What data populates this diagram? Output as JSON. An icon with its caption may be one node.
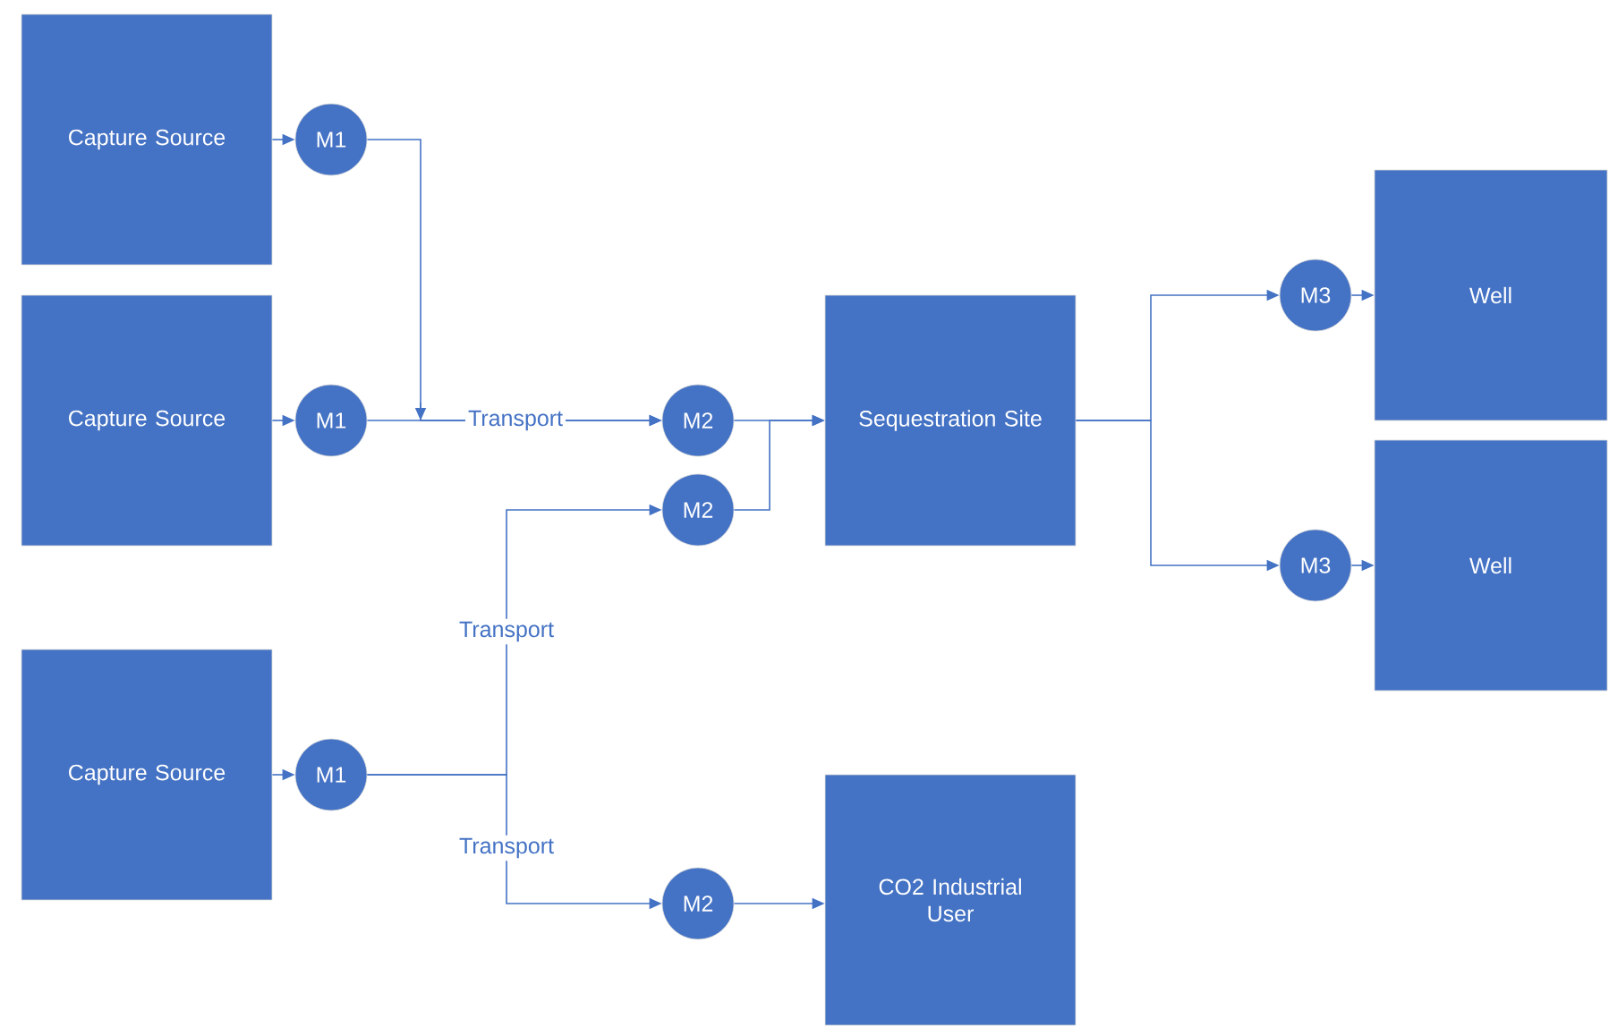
{
  "diagram": {
    "nodes": [
      {
        "text": [
          "Capture Source"
        ]
      },
      {
        "text": [
          "M1"
        ]
      },
      {
        "text": [
          "Capture Source"
        ]
      },
      {
        "text": [
          "M1"
        ]
      },
      {
        "text": [
          "Capture Source"
        ]
      },
      {
        "text": [
          "M1"
        ]
      },
      {
        "text": [
          "M2"
        ]
      },
      {
        "text": [
          "M2"
        ]
      },
      {
        "text": [
          "M2"
        ]
      },
      {
        "text": [
          "Sequestration Site"
        ]
      },
      {
        "text": [
          "CO2 Industrial User"
        ]
      },
      {
        "text": [
          "M3"
        ]
      },
      {
        "text": [
          "M3"
        ]
      },
      {
        "text": [
          "Well"
        ]
      },
      {
        "text": [
          "Well"
        ]
      }
    ],
    "edges": [
      {
        "from": 0,
        "to": 1,
        "arrow": "to"
      },
      {
        "from": 2,
        "to": 3,
        "arrow": "to"
      },
      {
        "from": 4,
        "to": 5,
        "arrow": "to"
      },
      {
        "from": 1,
        "to": 6,
        "arrow": "to"
      },
      {
        "from": 3,
        "to": 6,
        "arrow": "to",
        "label": "Transport"
      },
      {
        "from": 5,
        "to": 7,
        "arrow": "to",
        "label": "Transport"
      },
      {
        "from": 5,
        "to": 8,
        "arrow": "to",
        "label": "Transport"
      },
      {
        "from": 6,
        "to": 9,
        "arrow": "to"
      },
      {
        "from": 7,
        "to": 9,
        "arrow": "to"
      },
      {
        "from": 8,
        "to": 10,
        "arrow": "to"
      },
      {
        "from": 9,
        "to": 11,
        "arrow": "to"
      },
      {
        "from": 9,
        "to": 12,
        "arrow": "to"
      },
      {
        "from": 11,
        "to": 13,
        "arrow": "to"
      },
      {
        "from": 12,
        "to": 14,
        "arrow": "to"
      }
    ]
  }
}
